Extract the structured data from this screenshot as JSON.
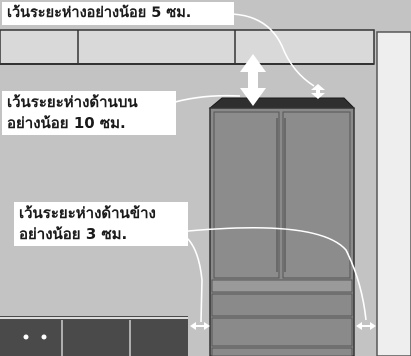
{
  "callouts": {
    "top_gap": "เว้นระยะห่างอย่างน้อย 5 ซม.",
    "top_clearance": {
      "line1": "เว้นระยะห่างด้านบน",
      "line2": "อย่างน้อย 10 ซม."
    },
    "side_clearance": {
      "line1": "เว้นระยะห่างด้านข้าง",
      "line2": "อย่างน้อย 3 ซม."
    }
  },
  "colors": {
    "background": "#c3c3c3",
    "wall_light": "#eeeeee",
    "cabinet": "#d9d9d9",
    "fridge_top": "#2f2f2f",
    "fridge_door": "#8a8a8a",
    "counter": "#4a4a4a",
    "outline": "#333333",
    "arrow": "#ffffff"
  }
}
